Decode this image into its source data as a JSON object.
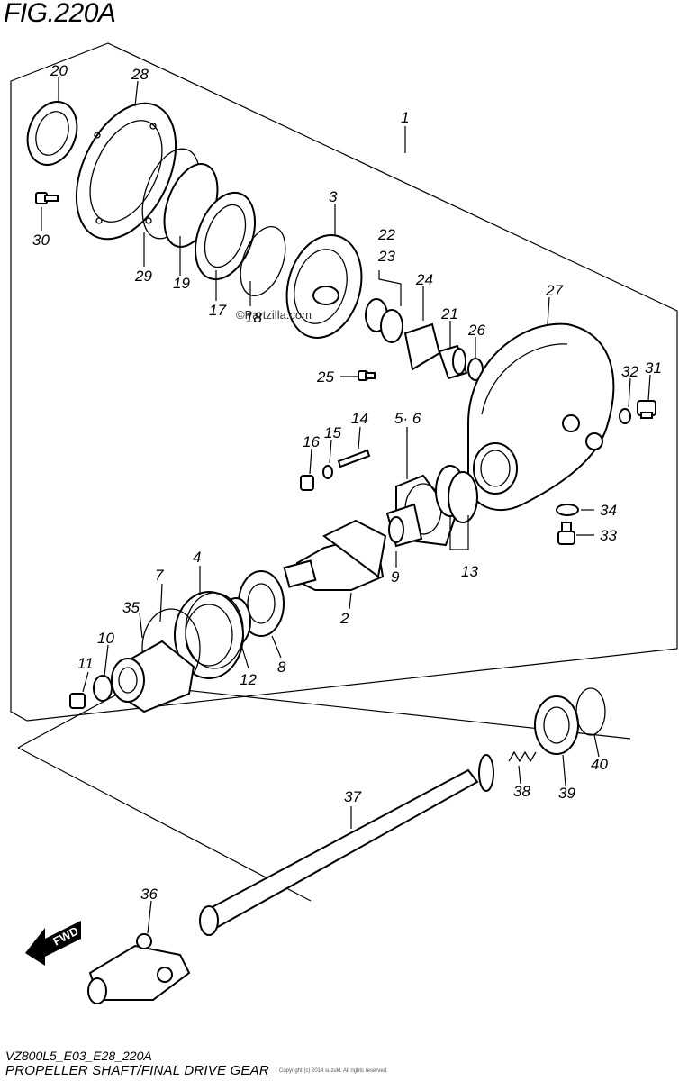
{
  "figure": {
    "title": "FIG.220A",
    "code": "VZ800L5_E03_E28_220A",
    "caption": "PROPELLER SHAFT/FINAL DRIVE GEAR",
    "watermark": "©Partzilla.com",
    "direction_label": "FWD",
    "footnote": "Copyright (c) 2014 suzuki. All rights reserved."
  },
  "callouts": {
    "c1": "1",
    "c2": "2",
    "c3": "3",
    "c4": "4",
    "c56": "5· 6",
    "c7": "7",
    "c8": "8",
    "c9": "9",
    "c10": "10",
    "c11": "11",
    "c12": "12",
    "c13": "13",
    "c14": "14",
    "c15": "15",
    "c16": "16",
    "c17": "17",
    "c18": "18",
    "c19": "19",
    "c20": "20",
    "c21": "21",
    "c22": "22",
    "c23": "23",
    "c24": "24",
    "c25": "25",
    "c26": "26",
    "c27": "27",
    "c28": "28",
    "c29": "29",
    "c30": "30",
    "c31": "31",
    "c32": "32",
    "c33": "33",
    "c34": "34",
    "c35": "35",
    "c36": "36",
    "c37": "37",
    "c38": "38",
    "c39": "39",
    "c40": "40"
  }
}
